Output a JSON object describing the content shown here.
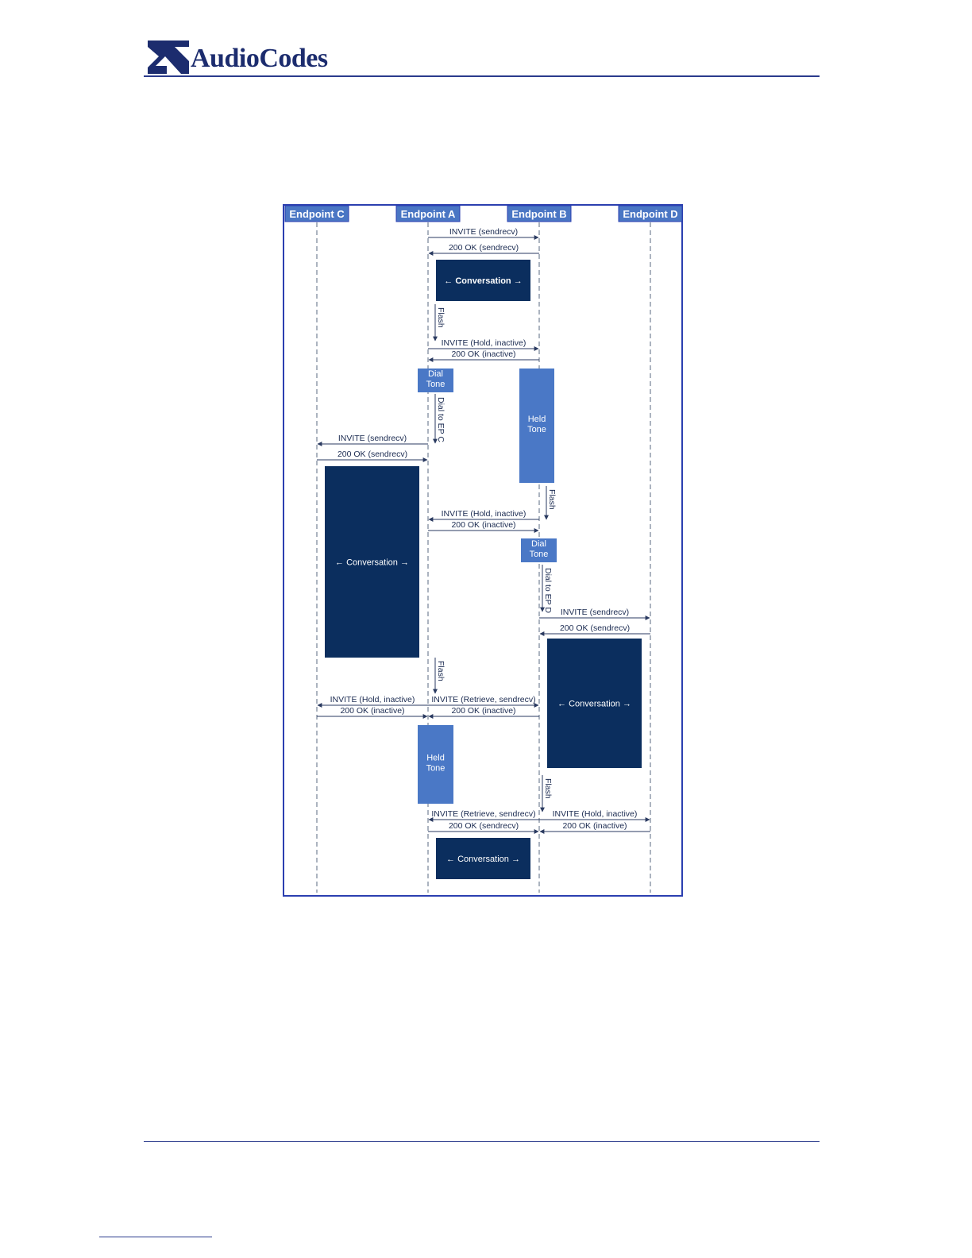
{
  "header": {
    "brand": "AudioCodes"
  },
  "participants": [
    {
      "id": "C",
      "label": "Endpoint C"
    },
    {
      "id": "A",
      "label": "Endpoint A"
    },
    {
      "id": "B",
      "label": "Endpoint B"
    },
    {
      "id": "D",
      "label": "Endpoint D"
    }
  ],
  "messages": [
    {
      "label": "INVITE (sendrecv)",
      "from": "A",
      "to": "B"
    },
    {
      "label": "200 OK (sendrecv)",
      "from": "B",
      "to": "A"
    },
    {
      "label": "INVITE (Hold, inactive)",
      "from": "A",
      "to": "B"
    },
    {
      "label": "200 OK (inactive)",
      "from": "B",
      "to": "A"
    },
    {
      "label": "INVITE (sendrecv)",
      "from": "A",
      "to": "C"
    },
    {
      "label": "200 OK (sendrecv)",
      "from": "C",
      "to": "A"
    },
    {
      "label": "INVITE (Hold, inactive)",
      "from": "B",
      "to": "A"
    },
    {
      "label": "200 OK (inactive)",
      "from": "A",
      "to": "B"
    },
    {
      "label": "INVITE (sendrecv)",
      "from": "B",
      "to": "D"
    },
    {
      "label": "200 OK (sendrecv)",
      "from": "D",
      "to": "B"
    },
    {
      "label": "INVITE (Hold, inactive)",
      "from": "A",
      "to": "C"
    },
    {
      "label": "INVITE (Retrieve, sendrecv)",
      "from": "A",
      "to": "B"
    },
    {
      "label": "200 OK (inactive)",
      "from": "C",
      "to": "A"
    },
    {
      "label": "200 OK (inactive)",
      "from": "B",
      "to": "A"
    },
    {
      "label": "INVITE (Retrieve, sendrecv)",
      "from": "B",
      "to": "A"
    },
    {
      "label": "INVITE (Hold, inactive)",
      "from": "B",
      "to": "D"
    },
    {
      "label": "200 OK (sendrecv)",
      "from": "A",
      "to": "B"
    },
    {
      "label": "200 OK (inactive)",
      "from": "D",
      "to": "B"
    }
  ],
  "activities": [
    {
      "label": "← Conversation →",
      "style": "dark"
    },
    {
      "label": "← Conversation →",
      "style": "dark"
    },
    {
      "label": "← Conversation →",
      "style": "dark"
    },
    {
      "label": "← Conversation →",
      "style": "dark"
    },
    {
      "label": "Dial Tone",
      "style": "light"
    },
    {
      "label": "Held Tone",
      "style": "light"
    },
    {
      "label": "Dial Tone",
      "style": "light"
    },
    {
      "label": "Held Tone",
      "style": "light"
    }
  ],
  "actions": [
    {
      "label": "Flash"
    },
    {
      "label": "Dial to EP C"
    },
    {
      "label": "Flash"
    },
    {
      "label": "Dial to EP D"
    },
    {
      "label": "Flash"
    },
    {
      "label": "Flash"
    }
  ],
  "colors": {
    "frame": "#2b3fb0",
    "header_fill": "#4a76c4",
    "dark_box": "#0b2e5e",
    "light_box": "#4a78c6",
    "line": "#5a6a80",
    "text": "#1a2a50"
  }
}
